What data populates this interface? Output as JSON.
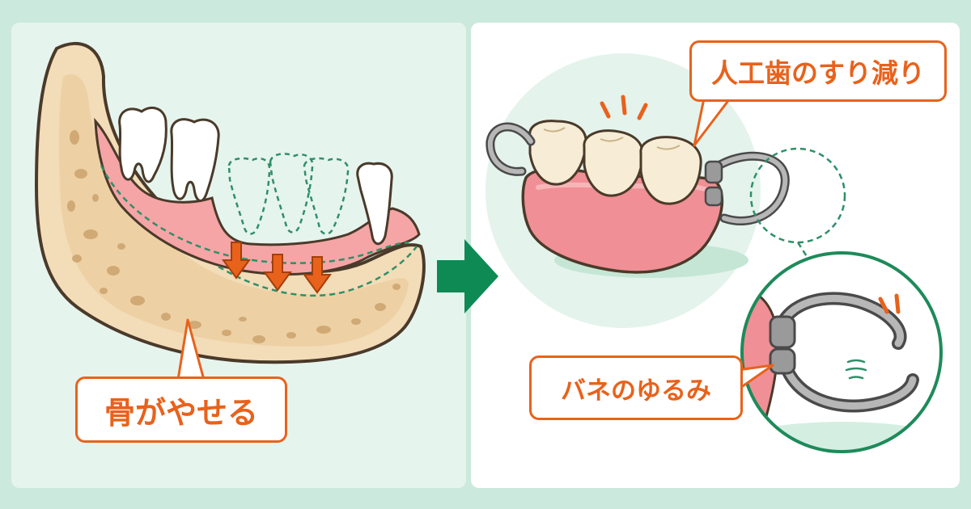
{
  "labels": {
    "bone_shrinks": "骨がやせる",
    "tooth_wear": "人工歯のすり減り",
    "spring_loosening": "バネのゆるみ"
  },
  "colors": {
    "accent_orange": "#e8621c",
    "arrow_green": "#0e8a55",
    "bone": "#f3dcb8",
    "gum": "#f08f95",
    "background": "#cbe9dd"
  },
  "icons": [
    "jawbone-illustration",
    "down-arrow-icon",
    "right-arrow-icon",
    "partial-denture-illustration",
    "metal-clasp-illustration",
    "magnify-circle"
  ]
}
